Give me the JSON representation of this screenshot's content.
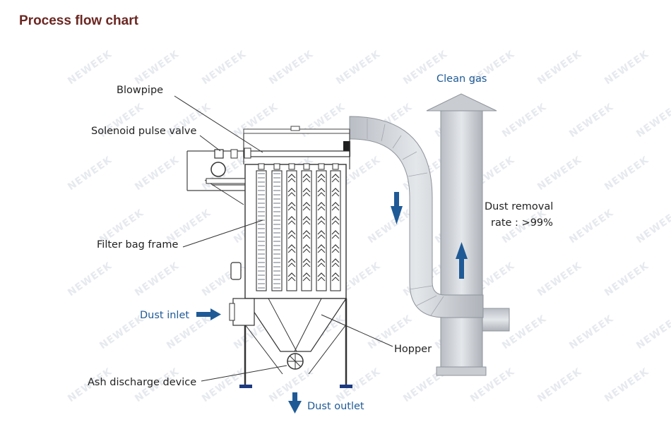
{
  "page": {
    "title": "Process flow chart"
  },
  "diagram": {
    "watermark": "NEWEEK",
    "labels": {
      "blowpipe": "Blowpipe",
      "solenoid_pulse_valve": "Solenoid pulse valve",
      "filter_bag_frame": "Filter bag frame",
      "dust_inlet": "Dust inlet",
      "ash_discharge_device": "Ash discharge device",
      "dust_outlet": "Dust outlet",
      "hopper": "Hopper",
      "clean_gas": "Clean gas",
      "dust_removal_line1": "Dust removal",
      "dust_removal_line2": "rate : >99%"
    },
    "colors": {
      "title": "#6b2722",
      "flow_arrow": "#1f5a96",
      "label": "#222222"
    }
  }
}
